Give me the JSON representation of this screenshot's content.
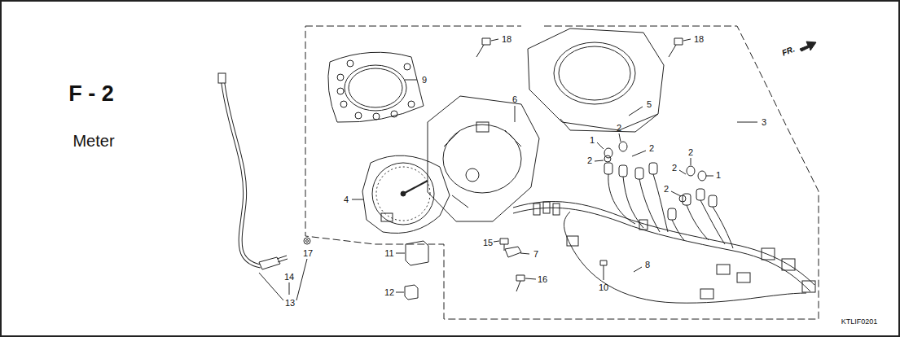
{
  "diagram": {
    "title": "F - 2",
    "labels": [
      "Meter",
      "18",
      "18",
      "9",
      "6",
      "5",
      "3",
      "1",
      "2",
      "2",
      "2",
      "2",
      "2",
      "1",
      "2",
      "4",
      "15",
      "7",
      "11",
      "16",
      "12",
      "10",
      "8",
      "17",
      "14",
      "13",
      "FR.",
      "KTLIF0201"
    ]
  }
}
